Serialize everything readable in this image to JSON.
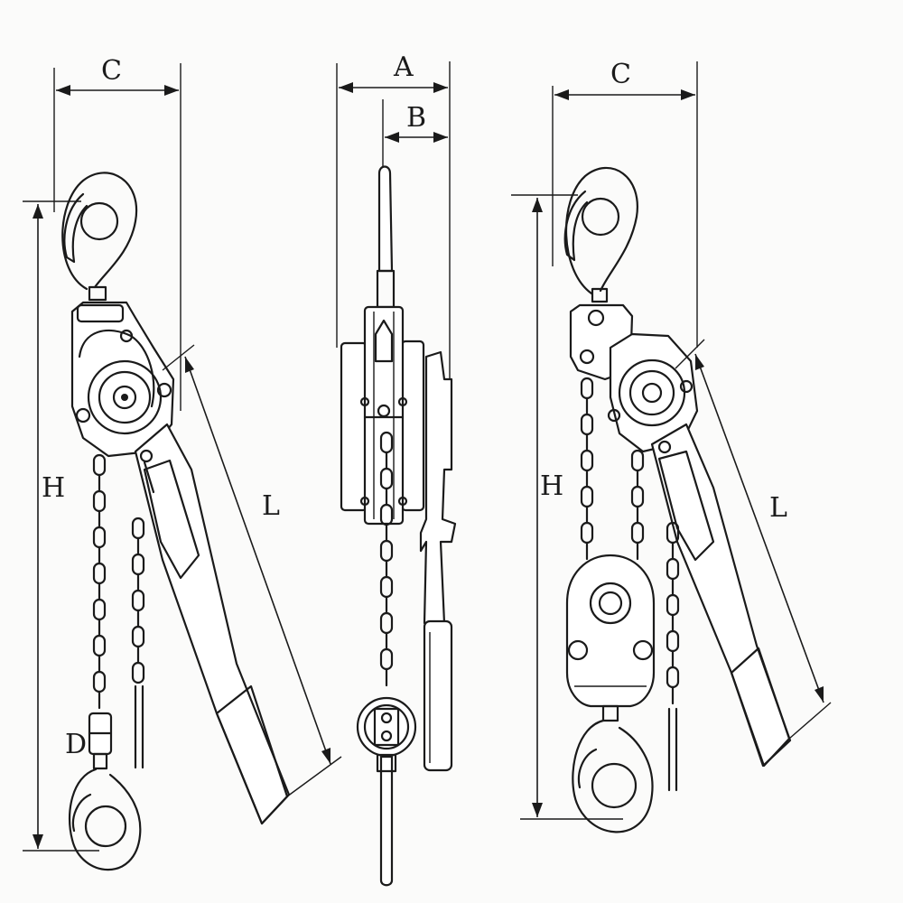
{
  "diagram": {
    "views": [
      {
        "id": "side-view",
        "labels": {
          "c": "C",
          "h": "H",
          "l": "L",
          "d": "D"
        }
      },
      {
        "id": "front-view",
        "labels": {
          "a": "A",
          "b": "B"
        }
      },
      {
        "id": "double-fall-view",
        "labels": {
          "c": "C",
          "h": "H",
          "l": "L"
        }
      }
    ],
    "colors": {
      "ink": "#1a1a1a",
      "paper": "#fbfbfa"
    }
  }
}
